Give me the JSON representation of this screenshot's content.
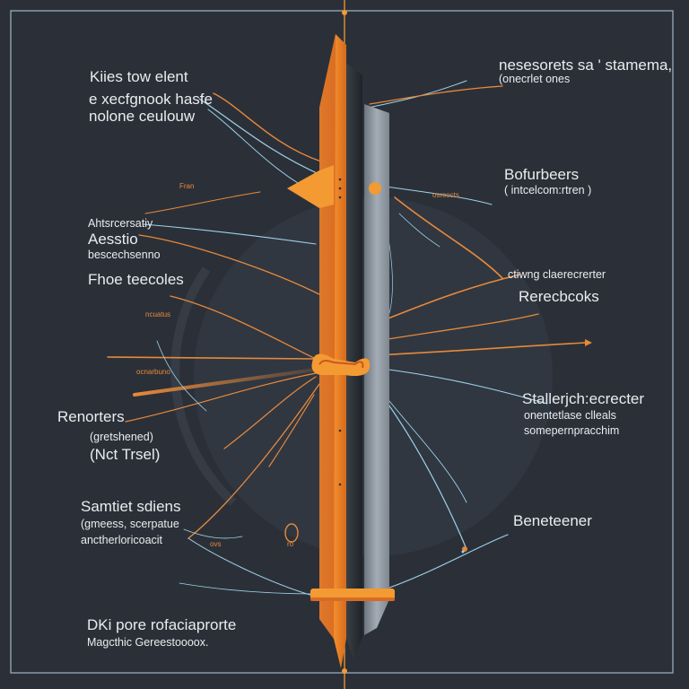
{
  "colors": {
    "background": "#2b3038",
    "frame": "#8ea3b5",
    "orange": "#f39a33",
    "orange_dark": "#c9571f",
    "cyan": "#9fd3ea",
    "silver": "#9ba4ae",
    "label": "#e9ecef"
  },
  "left_labels": {
    "kiss": "Kiies tow elent",
    "exsc": "e xecfgnook hasfe",
    "nolo": "nolone  ceulouw",
    "fran": "Fran",
    "ahsr": "Ahtsrcersatiy",
    "aest": "Aesstio",
    "besc": "bescechsenno",
    "fhoe": "Fhoe teecoles",
    "ncu": "ncuatus",
    "ocn": "ocnarbuno",
    "reno": "Renorters",
    "gre": "(gretshened)",
    "nct": "(Nct Trsel)",
    "sam": "Samtiet sdiens",
    "gmr": "(gmeess, scerpatue",
    "ach": "anctherloricoacit",
    "ovs": "ovs",
    "dki": "DKi pore  rofaciaprorte",
    "mag": "Magcthic Gereestoooox."
  },
  "right_labels": {
    "ness": "nesesorets sa ' stamema,",
    "oner": "(onecrlet ones",
    "osr": "osrcects",
    "bofu": "Bofurbeers",
    "into": "( intcelcom:rtren )",
    "ctu": "ctiwng   claerecrerter",
    "rere": "Rerecbcoks",
    "stal": "Stallerjch:ecrecter",
    "onen": "onentetlase clleals",
    "some": "somepernpracchim",
    "bene": "Beneteener",
    "ro": "ro"
  }
}
